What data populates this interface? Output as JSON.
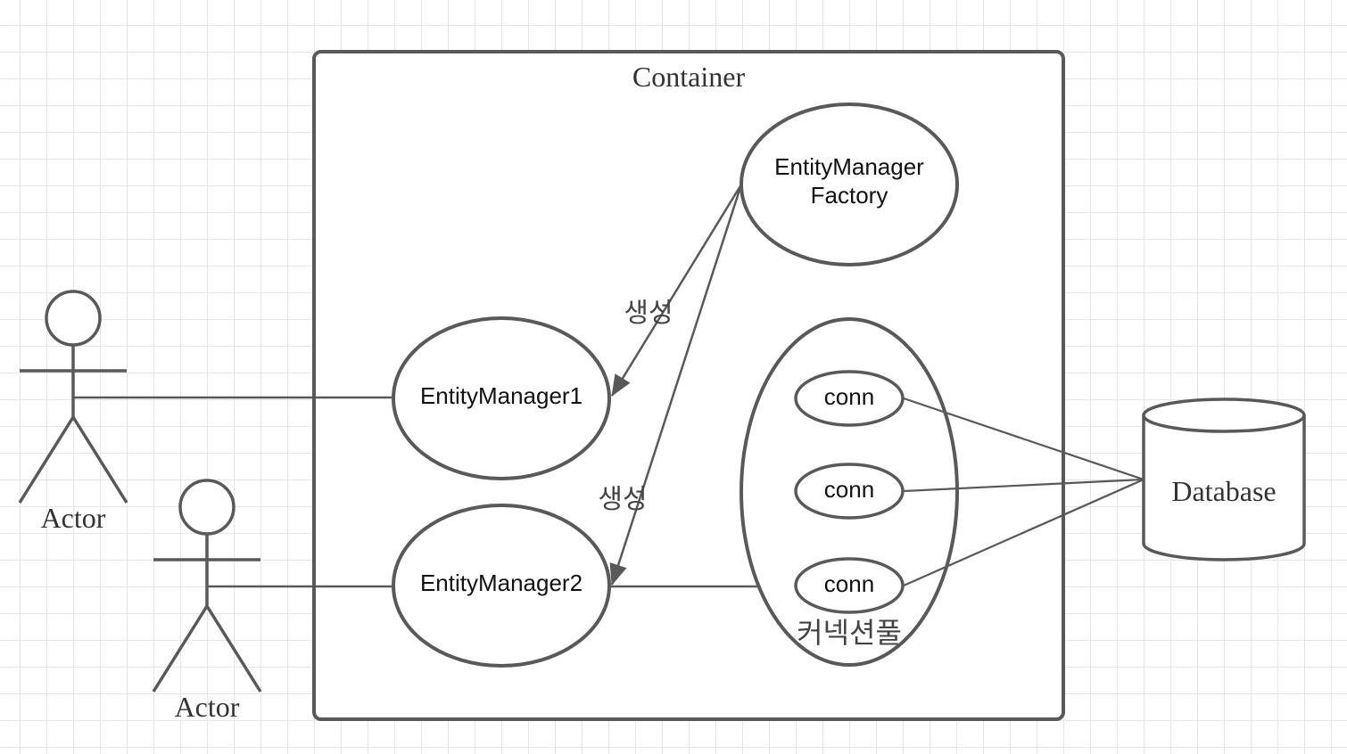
{
  "container": {
    "title": "Container"
  },
  "factory": {
    "line1": "EntityManager",
    "line2": "Factory"
  },
  "entity_managers": [
    {
      "label": "EntityManager1"
    },
    {
      "label": "EntityManager2"
    }
  ],
  "edge_labels": {
    "create_1": "생성",
    "create_2": "생성"
  },
  "connection_pool": {
    "label": "커넥션풀",
    "connections": [
      {
        "label": "conn"
      },
      {
        "label": "conn"
      },
      {
        "label": "conn"
      }
    ]
  },
  "database": {
    "label": "Database"
  },
  "actors": [
    {
      "label": "Actor"
    },
    {
      "label": "Actor"
    }
  ],
  "colors": {
    "stroke": "#595959",
    "grid": "#e6e6e6"
  }
}
